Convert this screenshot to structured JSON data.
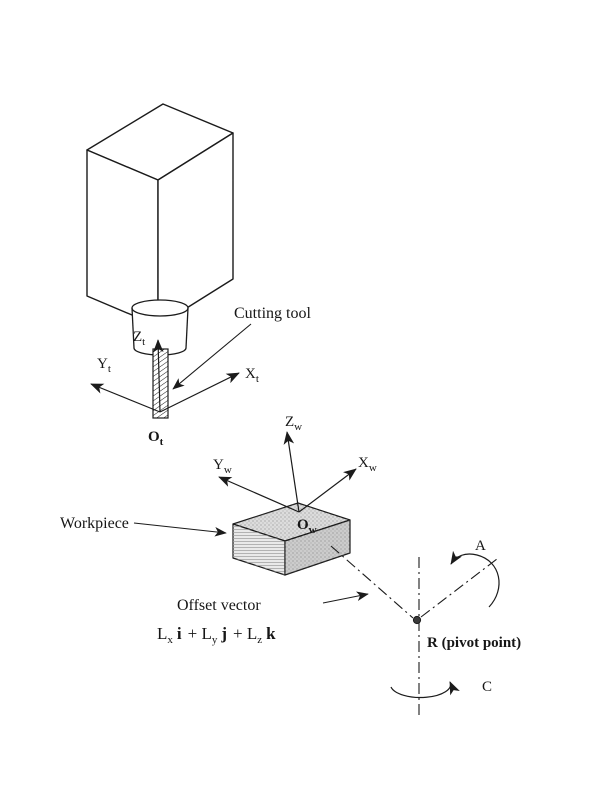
{
  "figure": {
    "cutting_tool_label": "Cutting tool",
    "workpiece_label": "Workpiece",
    "offset_vector_label": "Offset vector",
    "pivot_label": "R (pivot point)",
    "a_axis_label": "A",
    "c_axis_label": "C",
    "tool_axes": {
      "z": {
        "m": "Z",
        "s": "t"
      },
      "y": {
        "m": "Y",
        "s": "t"
      },
      "x": {
        "m": "X",
        "s": "t"
      },
      "o": {
        "m": "O",
        "s": "t"
      }
    },
    "work_axes": {
      "z": {
        "m": "Z",
        "s": "w"
      },
      "y": {
        "m": "Y",
        "s": "w"
      },
      "x": {
        "m": "X",
        "s": "w"
      },
      "o": {
        "m": "O",
        "s": "w"
      }
    },
    "formula": {
      "p1": "L",
      "s1": "x",
      "v1": "i",
      "p2": "+ L",
      "s2": "y",
      "v2": "j",
      "p3": "+ L",
      "s3": "z",
      "v3": "k"
    }
  },
  "colors": {
    "ink": "#1b1b1b",
    "paper": "#ffffff",
    "workpiece_top": "#dcdcdc",
    "workpiece_side": "#cccccc",
    "workpiece_front": "#e9e9e9"
  }
}
